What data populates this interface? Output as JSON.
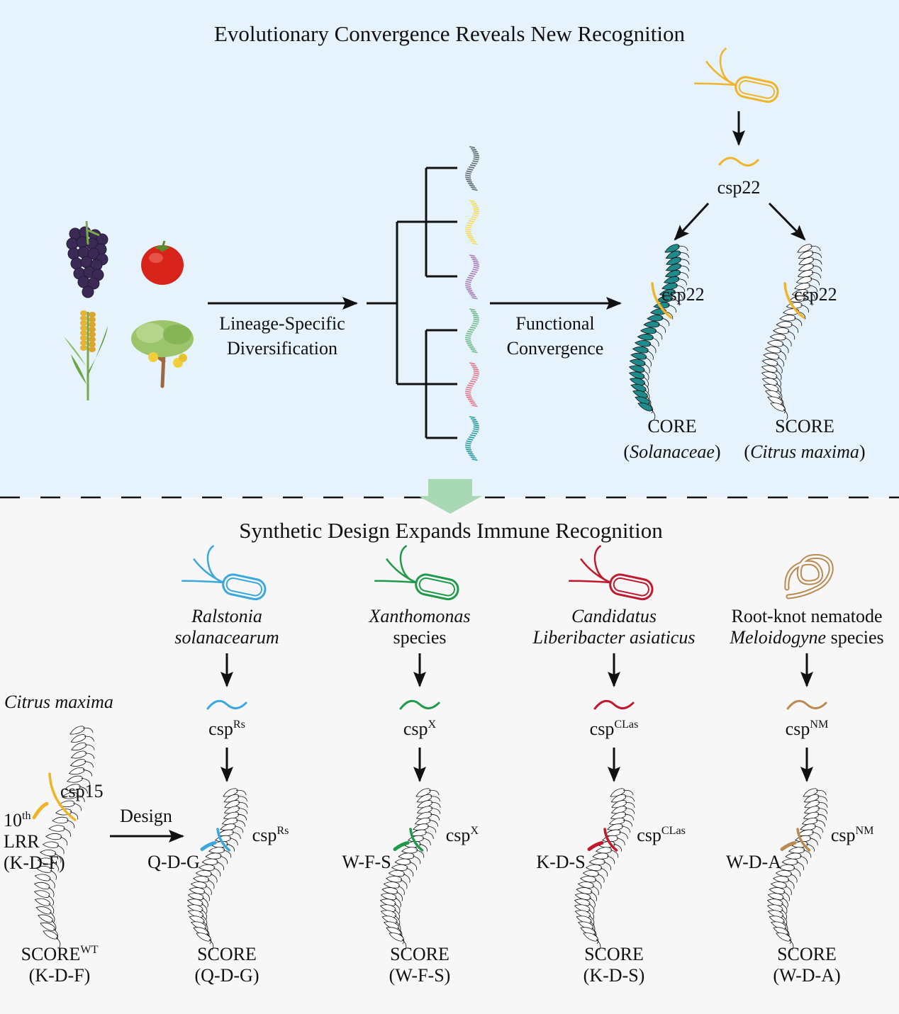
{
  "top_section": {
    "title": "Evolutionary Convergence Reveals New Recognition",
    "plants": [
      {
        "name": "grape",
        "icon": "grape-icon"
      },
      {
        "name": "tomato",
        "icon": "tomato-icon"
      },
      {
        "name": "wheat",
        "icon": "wheat-icon"
      },
      {
        "name": "citrus tree",
        "icon": "citrus-tree-icon"
      }
    ],
    "arrow1_label_line1": "Lineage-Specific",
    "arrow1_label_line2": "Diversification",
    "tree_leaf_colors": [
      "#5f6b6b",
      "#f2dc5a",
      "#a77cb6",
      "#6fb98a",
      "#e2768a",
      "#2a9b9b"
    ],
    "arrow2_label_line1": "Functional",
    "arrow2_label_line2": "Convergence",
    "bacterium_color": "#f0b429",
    "peptide_label": "csp22",
    "receptors": [
      {
        "name": "CORE",
        "species": "Solanaceae",
        "bound_label": "csp22",
        "fill": "#1f8a8a"
      },
      {
        "name": "SCORE",
        "species": "Citrus maxima",
        "bound_label": "csp22",
        "fill": "#ffffff"
      }
    ]
  },
  "divider": {
    "arrow_color": "#a8d8b4"
  },
  "bottom_section": {
    "title": "Synthetic Design Expands Immune Recognition",
    "wild_type": {
      "organism": "Citrus maxima",
      "peptide_label": "csp15",
      "lrr_label_line1": "10",
      "lrr_label_sup": "th",
      "lrr_label_line2": "LRR",
      "lrr_label_line3": "(K-D-F)",
      "design_label": "Design",
      "receptor_name": "SCORE",
      "receptor_sup": "WT",
      "receptor_motif": "(K-D-F)",
      "color": "#f0b429"
    },
    "pathogens": [
      {
        "line1": "Ralstonia",
        "line1_italic": true,
        "line2": "solanacearum",
        "line2_italic": true,
        "line2_suffix": "",
        "type": "bacterium",
        "color": "#3aa8dc",
        "peptide": "csp",
        "peptide_sup": "Rs",
        "motif": "Q-D-G",
        "receptor_name": "SCORE",
        "receptor_motif": "(Q-D-G)"
      },
      {
        "line1": "Xanthomonas",
        "line1_italic": true,
        "line2": "species",
        "line2_italic": false,
        "line2_suffix": "",
        "type": "bacterium",
        "color": "#1e9a4a",
        "peptide": "csp",
        "peptide_sup": "X",
        "motif": "W-F-S",
        "receptor_name": "SCORE",
        "receptor_motif": "(W-F-S)"
      },
      {
        "line1": "Candidatus",
        "line1_italic": true,
        "line2": "Liberibacter asiaticus",
        "line2_italic": true,
        "line2_suffix": "",
        "type": "bacterium",
        "color": "#c0182d",
        "peptide": "csp",
        "peptide_sup": "CLas",
        "motif": "K-D-S",
        "receptor_name": "SCORE",
        "receptor_motif": "(K-D-S)"
      },
      {
        "line1": "Root-knot nematode",
        "line1_italic": false,
        "line2": "Meloidogyne",
        "line2_italic": true,
        "line2_suffix": " species",
        "type": "nematode",
        "color": "#b98a52",
        "peptide": "csp",
        "peptide_sup": "NM",
        "motif": "W-D-A",
        "receptor_name": "SCORE",
        "receptor_motif": "(W-D-A)"
      }
    ]
  }
}
